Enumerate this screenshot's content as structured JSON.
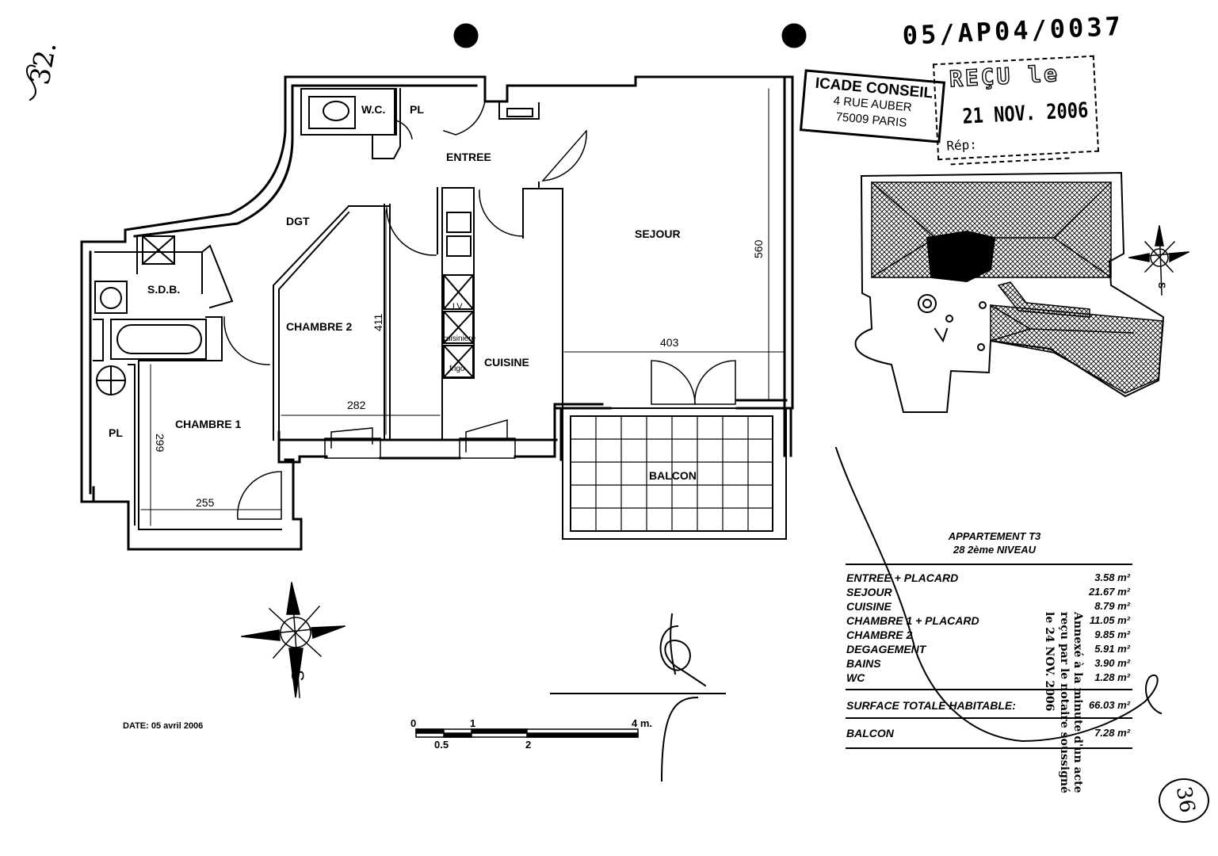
{
  "reference": "05/AP04/0037",
  "page_marks": {
    "top_left": "32.",
    "bottom_right": "36"
  },
  "stamp_company": {
    "name": "ICADE CONSEIL",
    "street": "4 RUE AUBER",
    "city": "75009 PARIS"
  },
  "stamp_received": {
    "title": "REÇU le",
    "date": "21 NOV. 2006",
    "rep_label": "Rép:"
  },
  "rooms": {
    "wc": "W.C.",
    "pl_entry": "PL",
    "entree": "ENTREE",
    "dgt": "DGT",
    "sejour": "SEJOUR",
    "sdb": "S.D.B.",
    "chambre2": "CHAMBRE 2",
    "cuisine": "CUISINE",
    "chambre1": "CHAMBRE 1",
    "pl_ch1": "PL",
    "balcon": "BALCON",
    "lv": "LV",
    "cuisiniere": "cuisinière",
    "frigo": "frigo"
  },
  "dimensions": {
    "sejour_h": "560",
    "sejour_w": "403",
    "ch2_h": "411",
    "ch2_w": "282",
    "ch1_h": "299",
    "ch1_w": "255"
  },
  "table": {
    "title": "APPARTEMENT T3",
    "subtitle": "28 2ème NIVEAU",
    "rows": [
      {
        "label": "ENTREE + PLACARD",
        "value": "3.58 m²"
      },
      {
        "label": "SEJOUR",
        "value": "21.67 m²"
      },
      {
        "label": "CUISINE",
        "value": "8.79 m²"
      },
      {
        "label": "CHAMBRE 1 + PLACARD",
        "value": "11.05 m²"
      },
      {
        "label": "CHAMBRE 2",
        "value": "9.85 m²"
      },
      {
        "label": "DEGAGEMENT",
        "value": "5.91 m²"
      },
      {
        "label": "BAINS",
        "value": "3.90 m²"
      },
      {
        "label": "WC",
        "value": "1.28 m²"
      }
    ],
    "total_label": "SURFACE TOTALE HABITABLE:",
    "total_value": "66.03 m²",
    "balcon_label": "BALCON",
    "balcon_value": "7.28 m²"
  },
  "date": "DATE: 05 avril 2006",
  "scale": {
    "zero": "0",
    "one": "1",
    "four": "4 m.",
    "half": "0.5",
    "two": "2"
  },
  "notary_stamp": {
    "line1": "Annexé à la minute d'un acte",
    "line2": "reçu par le notaire soussigné",
    "line3": "le 24 NOV. 2006"
  },
  "compass_label": "S"
}
